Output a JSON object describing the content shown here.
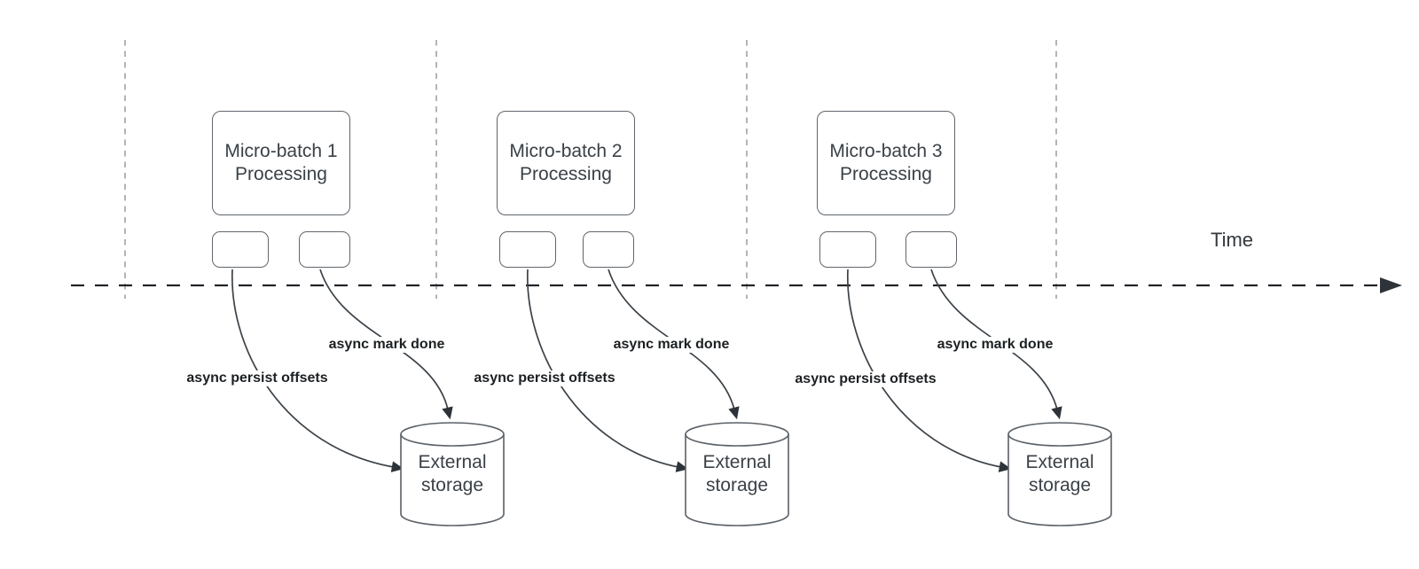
{
  "timeline": {
    "label": "Time"
  },
  "groups": [
    {
      "batch_label": "Micro-batch 1 Processing",
      "persist_label": "async persist offsets",
      "mark_label": "async mark done",
      "storage_label": "External storage"
    },
    {
      "batch_label": "Micro-batch 2 Processing",
      "persist_label": "async persist offsets",
      "mark_label": "async mark done",
      "storage_label": "External storage"
    },
    {
      "batch_label": "Micro-batch 3 Processing",
      "persist_label": "async persist offsets",
      "mark_label": "async mark done",
      "storage_label": "External storage"
    }
  ],
  "colors": {
    "background": "#ffffff",
    "shape_border": "#60666d",
    "shape_text": "#3a4147",
    "bold_label_text": "#1c2023",
    "arrow_stroke": "#3b4248",
    "arrowhead_fill": "#2d3339",
    "timeline_stroke": "#212529",
    "grid_line": "#b4b4b4"
  }
}
